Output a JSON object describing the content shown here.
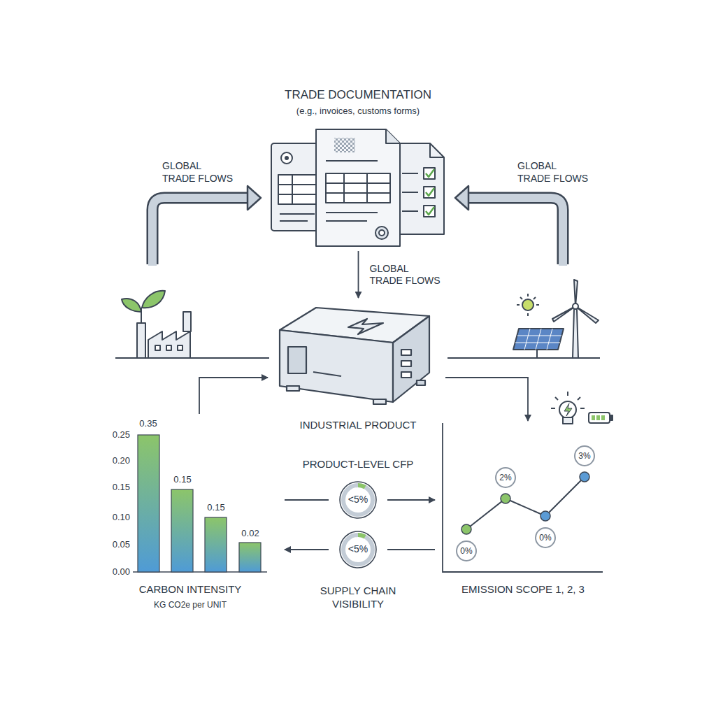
{
  "diagram": {
    "nodes": [
      {
        "text": [
          "TRADE DOCUMENTATION",
          "(e.g., invoices, customs forms)"
        ]
      },
      {
        "text": [
          "INDUSTRIAL PRODUCT"
        ]
      },
      {
        "text": [
          "CARBON INTENSITY",
          "KG CO2e per UNIT"
        ]
      },
      {
        "text": [
          "EMISSION SCOPE 1, 2, 3"
        ]
      },
      {
        "text": [
          "PRODUCT-LEVEL CFP",
          "<5%"
        ]
      },
      {
        "text": [
          "<5%",
          "SUPPLY CHAIN VISIBILITY"
        ]
      }
    ],
    "edges": [
      {
        "from": 0,
        "to": 1,
        "arrow": "to",
        "label": "GLOBAL TRADE FLOWS"
      },
      {
        "from": 2,
        "to": 1,
        "arrow": "to"
      },
      {
        "from": 1,
        "to": 3,
        "arrow": "to"
      },
      {
        "from": 2,
        "to": 4,
        "arrow": "none"
      },
      {
        "from": 4,
        "to": 3,
        "arrow": "to"
      },
      {
        "from": 3,
        "to": 5,
        "arrow": "none"
      },
      {
        "from": 5,
        "to": 2,
        "arrow": "to"
      }
    ],
    "labels": [
      "GLOBAL TRADE FLOWS",
      "GLOBAL TRADE FLOWS",
      "0.25",
      "0.20",
      "0.15",
      "0.10",
      "0.05",
      "0.00",
      "0.35",
      "0.15",
      "0.15",
      "0.02",
      "0%",
      "2%",
      "0%",
      "3%"
    ]
  }
}
